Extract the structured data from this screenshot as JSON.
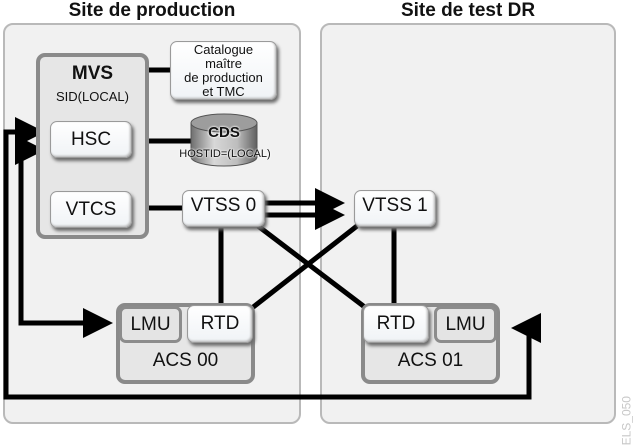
{
  "sites": {
    "production": {
      "title": "Site de production"
    },
    "dr_test": {
      "title": "Site de test DR"
    }
  },
  "mvs": {
    "title": "MVS",
    "subtitle": "SID(LOCAL)",
    "components": {
      "hsc": "HSC",
      "vtcs": "VTCS"
    }
  },
  "catalog": {
    "lines": [
      "Catalogue maître",
      "de production",
      "et TMC"
    ]
  },
  "cds": {
    "title": "CDS",
    "subtitle": "HOSTID=(LOCAL)"
  },
  "vtss": {
    "vtss0": "VTSS 0",
    "vtss1": "VTSS 1"
  },
  "acs00": {
    "label": "ACS 00",
    "lmu": "LMU",
    "rtd": "RTD"
  },
  "acs01": {
    "label": "ACS 01",
    "lmu": "LMU",
    "rtd": "RTD"
  },
  "figure_id": "ELS_050",
  "colors": {
    "panel_bg": "#f1f1f1",
    "panel_border": "#b9b9b9",
    "group_bg": "#e6e6e6",
    "group_border": "#8a8a8a",
    "wire": "#000000"
  }
}
